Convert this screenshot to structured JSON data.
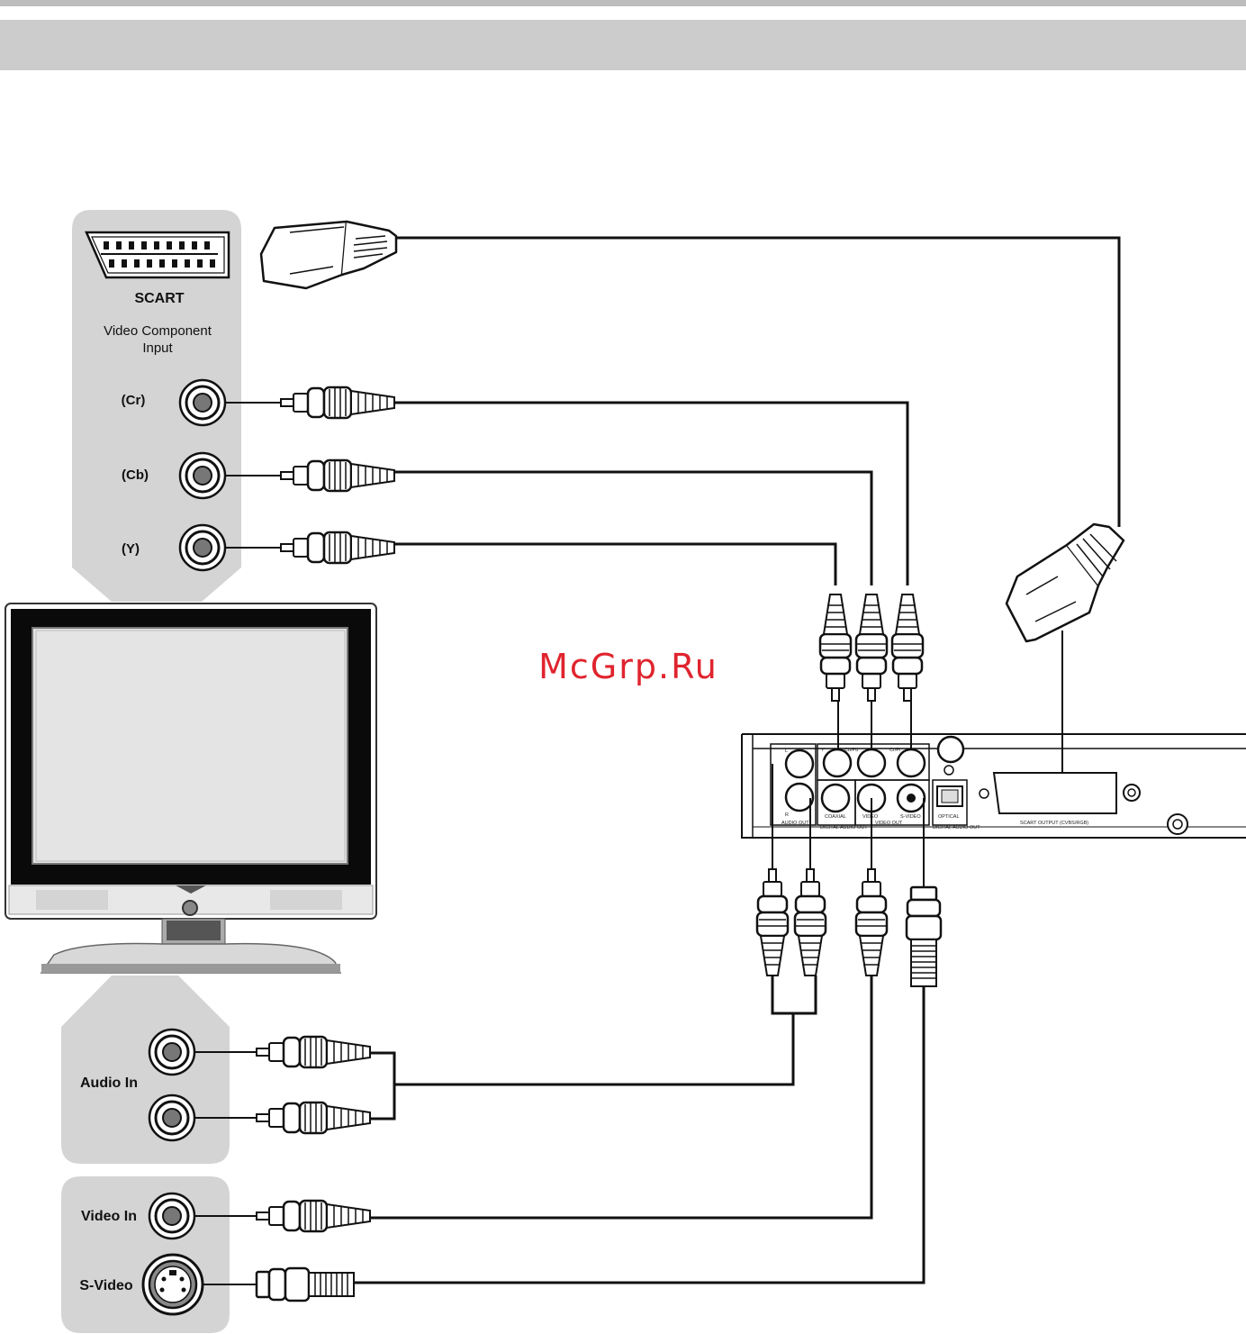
{
  "tv_panel": {
    "scart_label": "SCART",
    "component_title_line1": "Video Component",
    "component_title_line2": "Input",
    "cr_label": "(Cr)",
    "cb_label": "(Cb)",
    "y_label": "(Y)"
  },
  "tv_bottom_panel": {
    "audio_in_label": "Audio In",
    "video_in_label": "Video In",
    "svideo_label": "S-Video"
  },
  "player_back": {
    "jack_labels": {
      "l": "L",
      "r": "R",
      "y": "Y",
      "cb": "Cb/Pb",
      "cr": "Cr/Pr",
      "audio_out": "AUDIO OUT",
      "coaxial": "COAXIAL",
      "digital_audio_out": "DIGITAL AUDIO OUT",
      "video": "VIDEO",
      "svideo": "S-VIDEO",
      "video_out": "VIDEO OUT",
      "optical": "OPTICAL",
      "optical_digital": "DIGITAL AUDIO OUT",
      "scart_output": "SCART OUTPUT (CVBS/RGB)"
    }
  },
  "watermark": "McGrp.Ru",
  "colors": {
    "panel": "#d4d4d4",
    "header": "#cccccc",
    "watermark": "#e0242e"
  }
}
